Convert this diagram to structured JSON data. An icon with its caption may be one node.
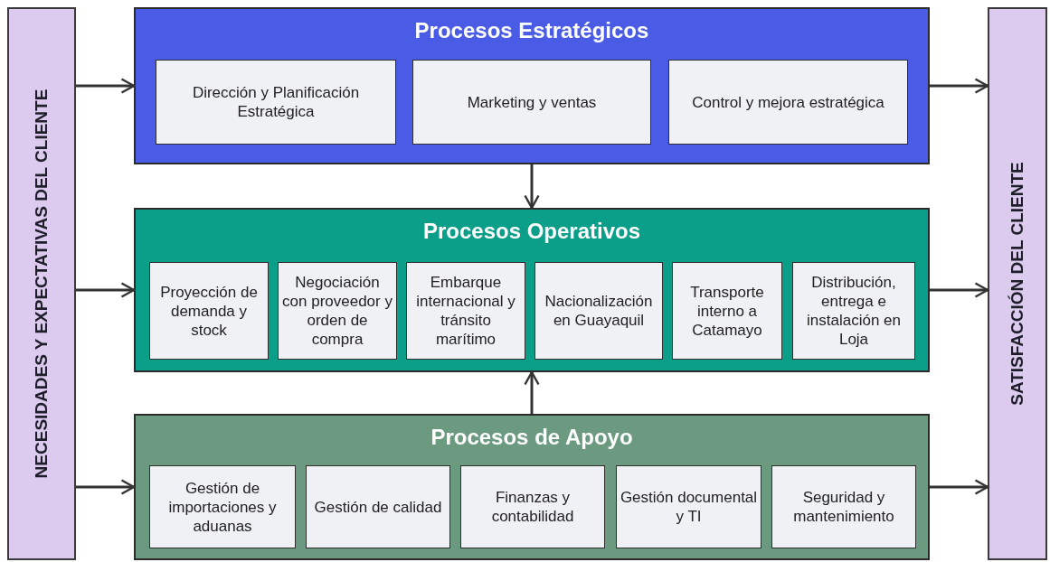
{
  "diagram": {
    "nodes": [
      {
        "text": [
          "NECESIDADES Y EXPECTATIVAS DEL CLIENTE"
        ]
      },
      {
        "text": [
          "Procesos Estratégicos"
        ]
      },
      {
        "text": [
          "Dirección y Planificación Estratégica"
        ],
        "in": 1
      },
      {
        "text": [
          "Marketing y ventas"
        ],
        "in": 1
      },
      {
        "text": [
          "Control y mejora estratégica"
        ],
        "in": 1
      },
      {
        "text": [
          "Procesos Operativos"
        ]
      },
      {
        "text": [
          "Proyección de demanda y stock"
        ],
        "in": 5
      },
      {
        "text": [
          "Negociación con proveedor y orden de compra"
        ],
        "in": 5
      },
      {
        "text": [
          "Embarque internacional y tránsito marítimo"
        ],
        "in": 5
      },
      {
        "text": [
          "Nacionalización en Guayaquil"
        ],
        "in": 5
      },
      {
        "text": [
          "Transporte interno a Catamayo"
        ],
        "in": 5
      },
      {
        "text": [
          "Distribución, entrega e instalación en Loja"
        ],
        "in": 5
      },
      {
        "text": [
          "Procesos de Apoyo"
        ]
      },
      {
        "text": [
          "Gestión de importaciones y aduanas"
        ],
        "in": 12
      },
      {
        "text": [
          "Gestión de calidad"
        ],
        "in": 12
      },
      {
        "text": [
          "Finanzas y contabilidad"
        ],
        "in": 12
      },
      {
        "text": [
          "Gestión documental y TI"
        ],
        "in": 12
      },
      {
        "text": [
          "Seguridad y mantenimiento"
        ],
        "in": 12
      },
      {
        "text": [
          "SATISFACCIÓN DEL CLIENTE"
        ]
      }
    ],
    "edges": [
      {
        "from": 0,
        "to": 1,
        "arrow": "to"
      },
      {
        "from": 0,
        "to": 5,
        "arrow": "to"
      },
      {
        "from": 0,
        "to": 12,
        "arrow": "to"
      },
      {
        "from": 1,
        "to": 18,
        "arrow": "to"
      },
      {
        "from": 5,
        "to": 18,
        "arrow": "to"
      },
      {
        "from": 12,
        "to": 18,
        "arrow": "to"
      },
      {
        "from": 1,
        "to": 5,
        "arrow": "to"
      },
      {
        "from": 12,
        "to": 5,
        "arrow": "to"
      }
    ]
  }
}
